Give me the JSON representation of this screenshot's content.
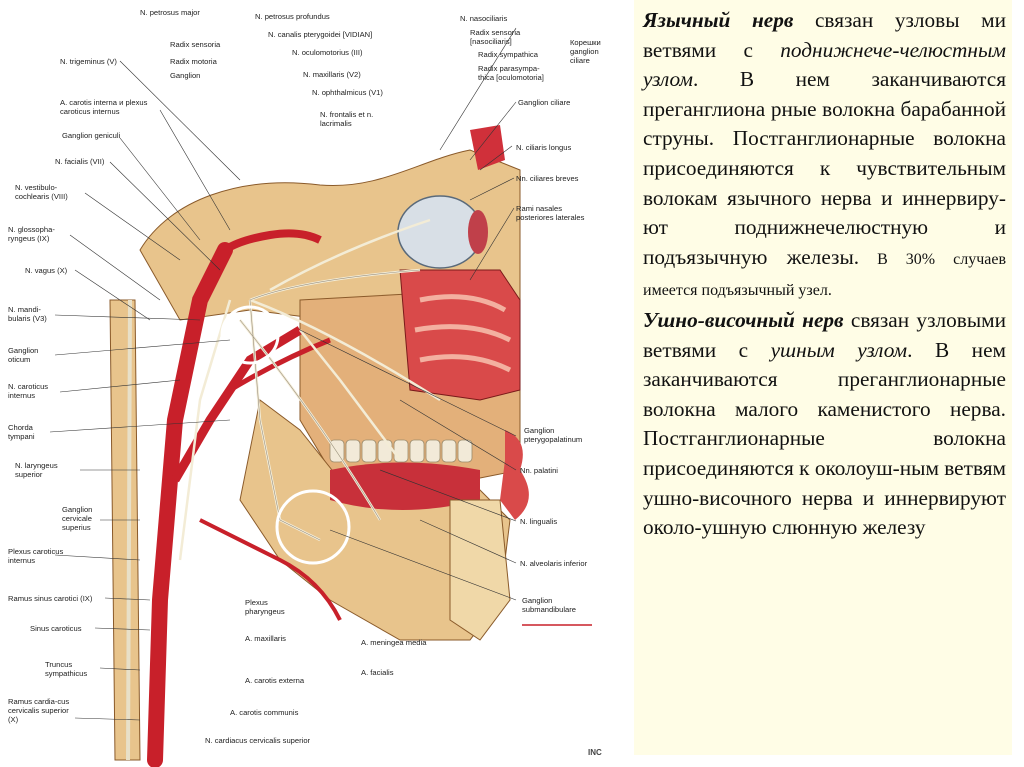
{
  "illustration": {
    "watermark": "INC",
    "labels_left": [
      "N. trigeminus (V)",
      "A. carotis interna и plexus caroticus internus",
      "Ganglion geniculi",
      "N. facialis (VII)",
      "N. vestibulo-cochlearis (VIII)",
      "N. glossopha-ryngeus (IX)",
      "N. vagus (X)",
      "N. mandi-bularis (V3)",
      "Ganglion oticum",
      "N. caroticus internus",
      "Chorda tympani",
      "N. laryngeus superior",
      "Ganglion cervicale superius",
      "Plexus caroticus internus",
      "Ramus sinus carotici (IX)",
      "Sinus caroticus",
      "Truncus sympathicus",
      "Ramus cardia-cus cervicalis superior (X)"
    ],
    "labels_top": [
      "N. petrosus major",
      "N. petrosus profundus",
      "Radix sensoria",
      "Radix motoria",
      "Ganglion",
      "N. canalis pterygoidei [VIDIAN]",
      "N. oculomotorius (III)",
      "N. maxillaris (V2)",
      "N. ophthalmicus (V1)",
      "N. frontalis et n. lacrimalis"
    ],
    "labels_right": [
      "N. nasociliaris",
      "Radix sensoria [nasociliaris]",
      "Radix sympathica",
      "Radix parasympa-thica [oculomotoria]",
      "Корешки ganglion ciliare",
      "Ganglion ciliare",
      "N. ciliaris longus",
      "Nn. ciliares breves",
      "Rami nasales posteriores laterales",
      "Ganglion pterygopalatinum",
      "Nn. palatini",
      "N. lingualis",
      "N. alveolaris inferior",
      "Ganglion submandibulare"
    ],
    "labels_bottom": [
      "Plexus pharyngeus",
      "A. maxillaris",
      "A. carotis externa",
      "A. meningea media",
      "A. facialis",
      "A. carotis communis",
      "N. cardiacus cervicalis superior"
    ]
  },
  "text": {
    "p1_lingual_title": "Язычный нерв",
    "p1_a": " связан узловы ми ветвями с ",
    "p1_submandibular": "поднижнече-челюстным узлом",
    "p1_b": ". В нем заканчиваются преганглиона рные волокна барабанной струны. Постганглионарные волокна присоединяются к чувствительным волокам язычного нерва и иннервиру-ют поднижнечелюстную и подъязычную железы.",
    "p1_small": " В 30% случаев имеется подъязычный узел.",
    "p2_auriculotemporal_title": "Ушно-височный нерв",
    "p2_a": " связан узловыми ветвями с ",
    "p2_otic": "ушным узлом",
    "p2_b": ". В нем заканчиваются преганглионарные волокна малого каменистого нерва. Постганглионарные волокна присоединяются к околоуш-ным ветвям ушно-височного нерва и иннервируют около-ушную слюнную железу"
  },
  "colors": {
    "panel_bg": "#fffde6",
    "artery": "#c8202a",
    "nerve": "#e8e0c8",
    "bone": "#e8c48c",
    "muscle": "#d94a4a"
  }
}
